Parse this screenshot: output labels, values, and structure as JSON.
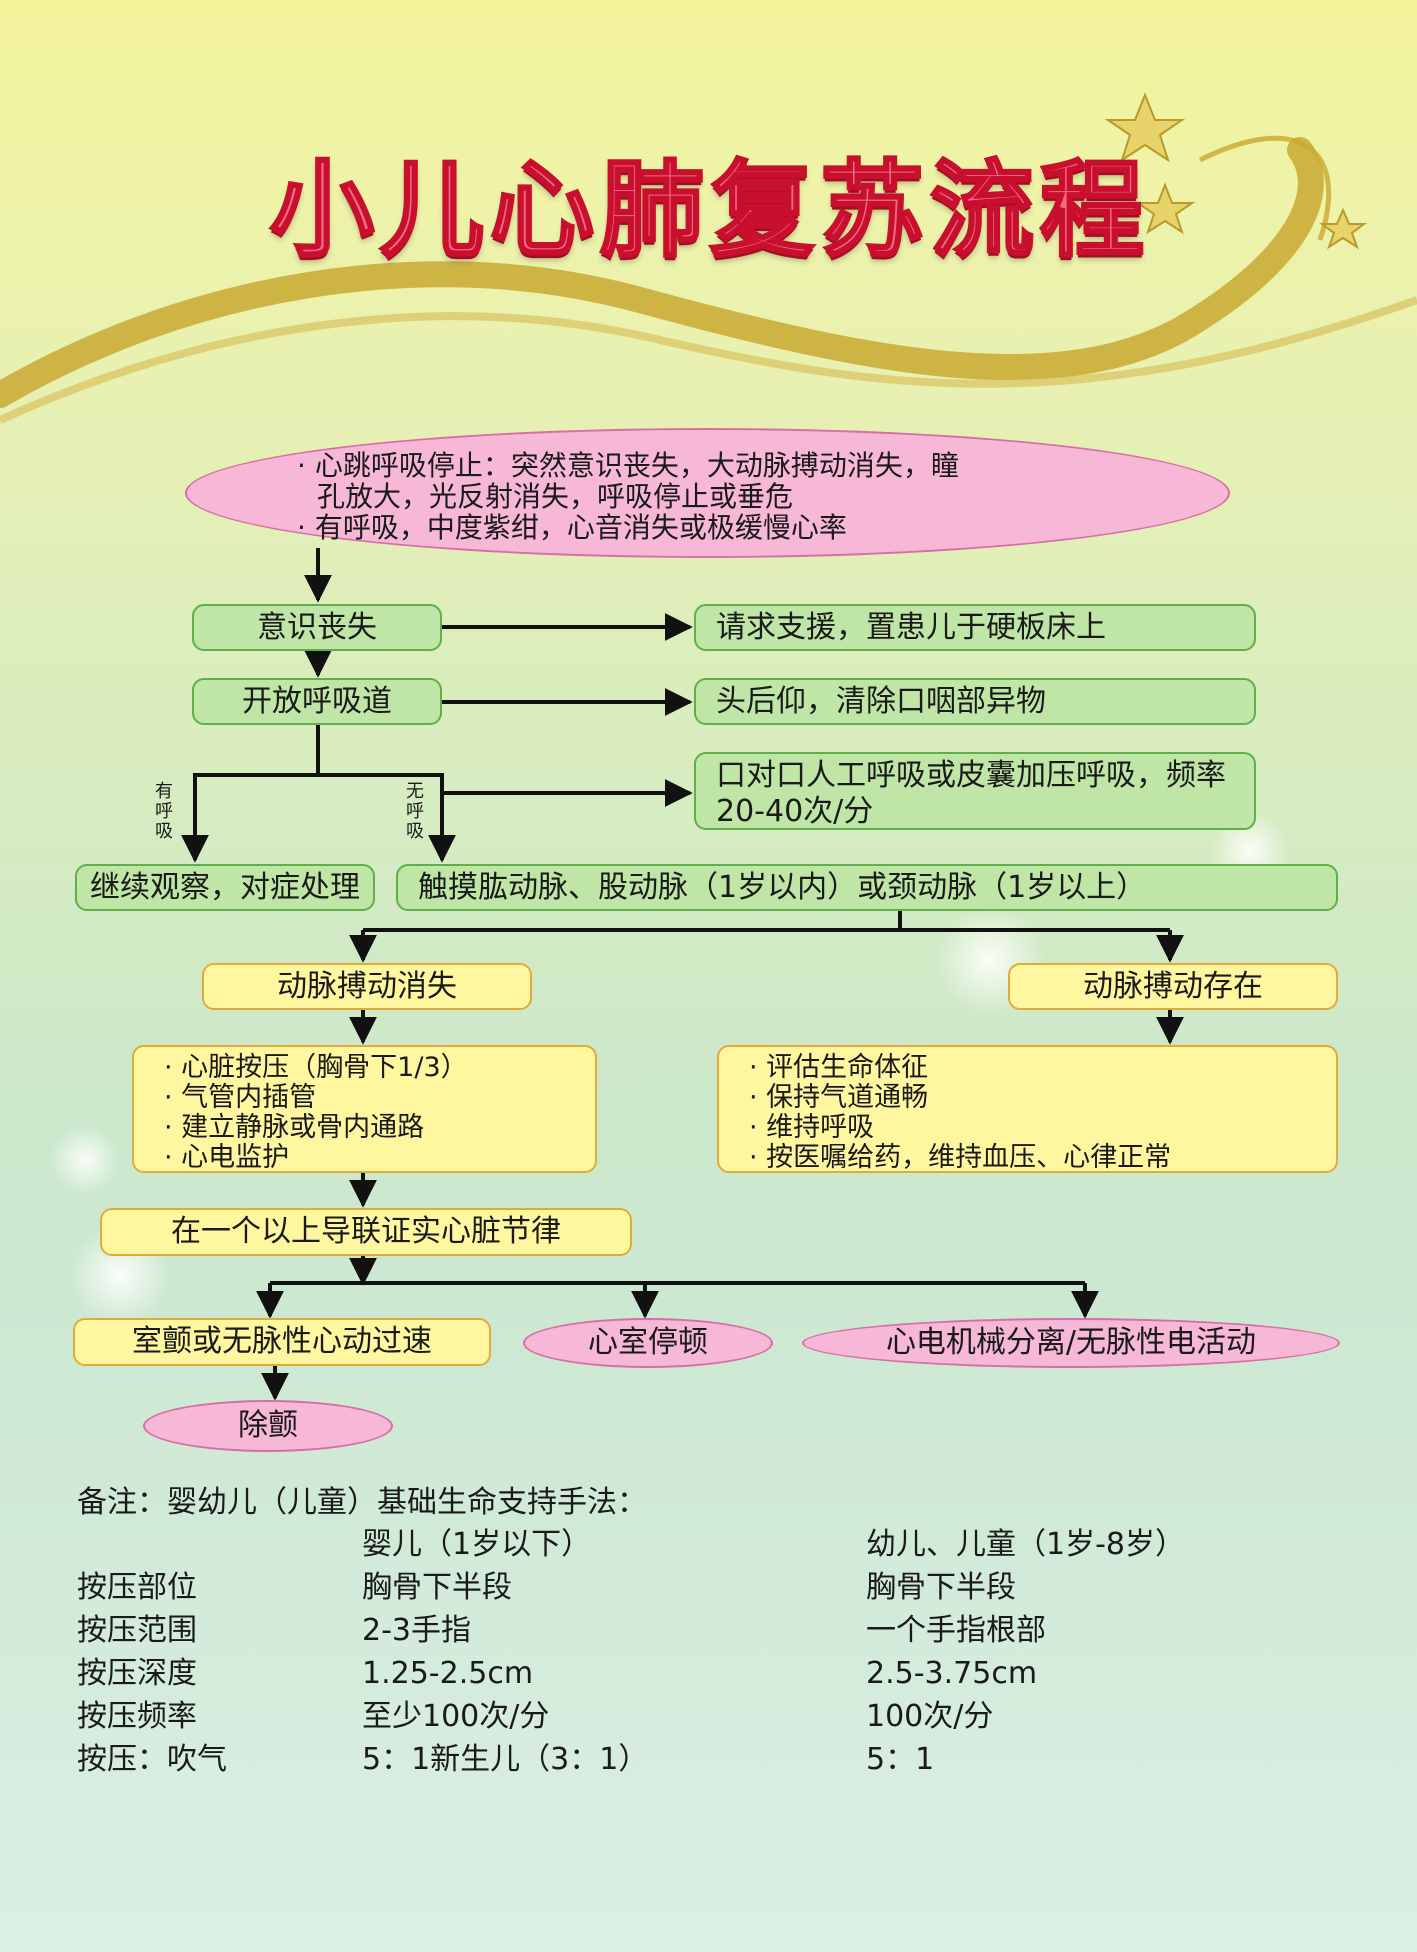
{
  "title": "小儿心肺复苏流程",
  "colors": {
    "green_fill": "#bfe6a6",
    "yellow_fill": "#fff7a0",
    "pink_fill": "#f7b7d6",
    "title_red": "#c8102e",
    "swoosh_gold": "#c9a832"
  },
  "start_node": {
    "line1": "心跳呼吸停止：突然意识丧失，大动脉搏动消失，瞳",
    "line2": "孔放大，光反射消失，呼吸停止或垂危",
    "line3": "有呼吸，中度紫绀，心音消失或极缓慢心率"
  },
  "nodes": {
    "unconscious": "意识丧失",
    "call_help": "请求支援，置患儿于硬板床上",
    "open_airway": "开放呼吸道",
    "head_tilt": "头后仰，清除口咽部异物",
    "rescue_breath": "口对口人工呼吸或皮囊加压呼吸，频率20-40次/分",
    "label_breathing": "有呼吸",
    "label_no_breathing": "无呼吸",
    "observe": "继续观察，对症处理",
    "check_pulse": "触摸肱动脉、股动脉（1岁以内）或颈动脉（1岁以上）",
    "pulse_absent": "动脉搏动消失",
    "pulse_present": "动脉搏动存在",
    "confirm_rhythm": "在一个以上导联证实心脏节律",
    "vf_vt": "室颤或无脉性心动过速",
    "asystole": "心室停顿",
    "pea": "心电机械分离/无脉性电活动",
    "defib": "除颤"
  },
  "absent_actions": [
    "心脏按压（胸骨下1/3）",
    "气管内插管",
    "建立静脉或骨内通路",
    "心电监护"
  ],
  "present_actions": [
    "评估生命体征",
    "保持气道通畅",
    "维持呼吸",
    "按医嘱给药，维持血压、心律正常"
  ],
  "notes": {
    "heading": "备注：婴幼儿（儿童）基础生命支持手法：",
    "col_infant": "婴儿（1岁以下）",
    "col_child": "幼儿、儿童（1岁-8岁）",
    "rows": [
      {
        "label": "按压部位",
        "infant": "胸骨下半段",
        "child": "胸骨下半段"
      },
      {
        "label": "按压范围",
        "infant": "2-3手指",
        "child": "一个手指根部"
      },
      {
        "label": "按压深度",
        "infant": "1.25-2.5cm",
        "child": "2.5-3.75cm"
      },
      {
        "label": "按压频率",
        "infant": "至少100次/分",
        "child": "100次/分"
      },
      {
        "label": "按压：吹气",
        "infant": "5：1新生儿（3：1）",
        "child": "5：1"
      }
    ]
  }
}
